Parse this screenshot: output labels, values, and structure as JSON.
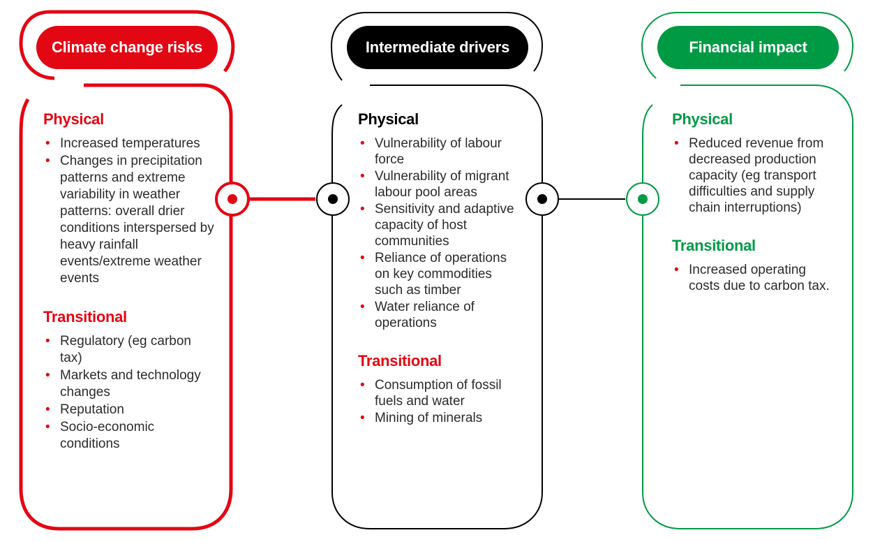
{
  "colors": {
    "red": "#e30613",
    "black": "#000000",
    "green": "#009a44",
    "text": "#2b2b2b"
  },
  "columns": [
    {
      "header": "Climate change risks",
      "color": "#e30613",
      "sections": [
        {
          "title": "Physical",
          "items": [
            "Increased temperatures",
            "Changes in precipitation patterns and extreme variability in weather patterns: overall drier conditions interspersed by heavy rainfall events/extreme weather events"
          ]
        },
        {
          "title": "Transitional",
          "items": [
            "Regulatory (eg carbon tax)",
            "Markets and technology changes",
            "Reputation",
            "Socio-economic conditions"
          ]
        }
      ]
    },
    {
      "header": "Intermediate drivers",
      "color": "#000000",
      "sections": [
        {
          "title": "Physical",
          "items": [
            "Vulnerability of labour force",
            "Vulnerability of migrant labour pool areas",
            "Sensitivity and adaptive capacity of host communities",
            "Reliance of operations on key commodities such as timber",
            "Water reliance of operations"
          ]
        },
        {
          "title": "Transitional",
          "items": [
            "Consumption of fossil fuels and water",
            "Mining of minerals"
          ]
        }
      ]
    },
    {
      "header": "Financial impact",
      "color": "#009a44",
      "sections": [
        {
          "title": "Physical",
          "items": [
            "Reduced revenue from decreased production capacity (eg transport difficulties and supply chain interruptions)"
          ]
        },
        {
          "title": "Transitional",
          "items": [
            "Increased operating costs due to carbon tax."
          ]
        }
      ]
    }
  ],
  "bullet_glyph": "•"
}
